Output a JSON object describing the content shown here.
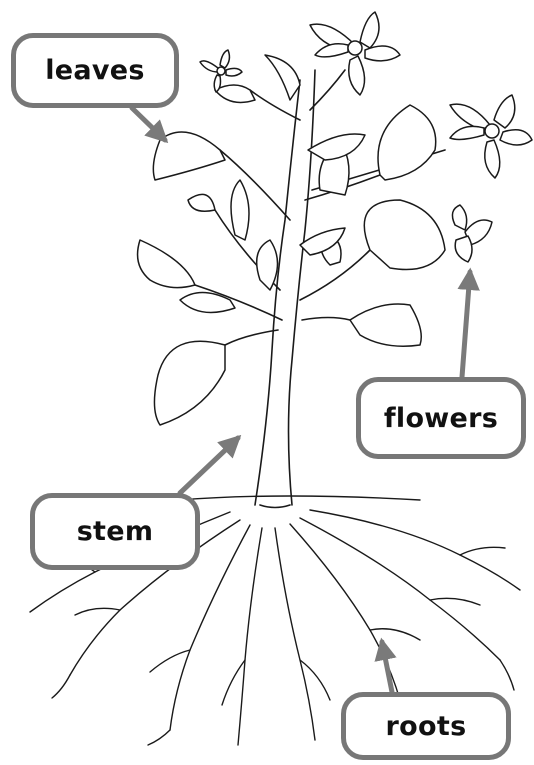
{
  "diagram": {
    "labels": {
      "leaves": "leaves",
      "flowers": "flowers",
      "stem": "stem",
      "roots": "roots"
    },
    "colors": {
      "label_border": "#777777",
      "arrow": "#7a7a7a",
      "line_art": "#1a1a1a",
      "background": "#ffffff"
    }
  }
}
